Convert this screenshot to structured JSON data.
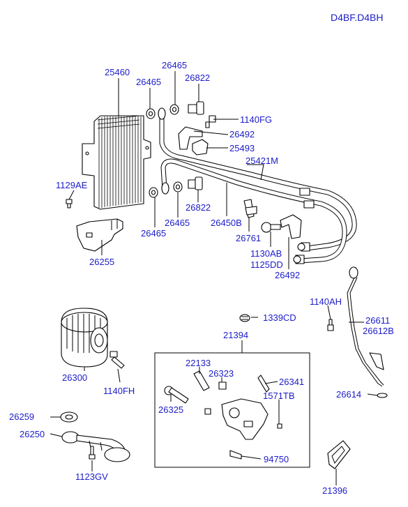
{
  "header": {
    "model_code": "D4BF.D4BH"
  },
  "parts": {
    "p25460": "25460",
    "p26465_a": "26465",
    "p26465_b": "26465",
    "p26465_c": "26465",
    "p26465_d": "26465",
    "p26822_a": "26822",
    "p26822_b": "26822",
    "p1140FG": "1140FG",
    "p26492_a": "26492",
    "p26492_b": "26492",
    "p25493": "25493",
    "p25421M": "25421M",
    "p1129AE": "1129AE",
    "p26450B": "26450B",
    "p26761": "26761",
    "p1130AB": "1130AB",
    "p1125DD": "1125DD",
    "p26255": "26255",
    "p1339CD": "1339CD",
    "p1140AH": "1140AH",
    "p26611": "26611",
    "p26612B": "26612B",
    "p21394": "21394",
    "p22133": "22133",
    "p26323": "26323",
    "p26341": "26341",
    "p1571TB": "1571TB",
    "p26325": "26325",
    "p94750": "94750",
    "p26300": "26300",
    "p1140FH": "1140FH",
    "p26614": "26614",
    "p26259": "26259",
    "p26250": "26250",
    "p1123GV": "1123GV",
    "p21396": "21396"
  }
}
